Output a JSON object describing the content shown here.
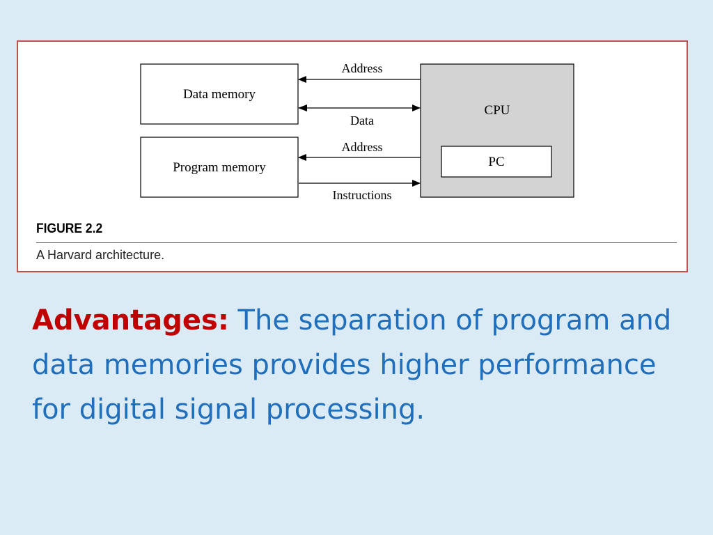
{
  "diagram": {
    "data_memory_label": "Data memory",
    "program_memory_label": "Program memory",
    "cpu_label": "CPU",
    "pc_label": "PC",
    "signals": {
      "address_top": "Address",
      "data": "Data",
      "address_bottom": "Address",
      "instructions": "Instructions"
    },
    "colors": {
      "cpu_fill": "#d3d3d3",
      "panel_border": "#c0504d"
    }
  },
  "caption": {
    "figure_number": "FIGURE 2.2",
    "text": "A Harvard architecture."
  },
  "body": {
    "label": "Advantages:",
    "text": " The separation of program and data memories provides higher performance for digital signal processing.",
    "colors": {
      "label": "#c00000",
      "text": "#1f6fbd"
    }
  }
}
